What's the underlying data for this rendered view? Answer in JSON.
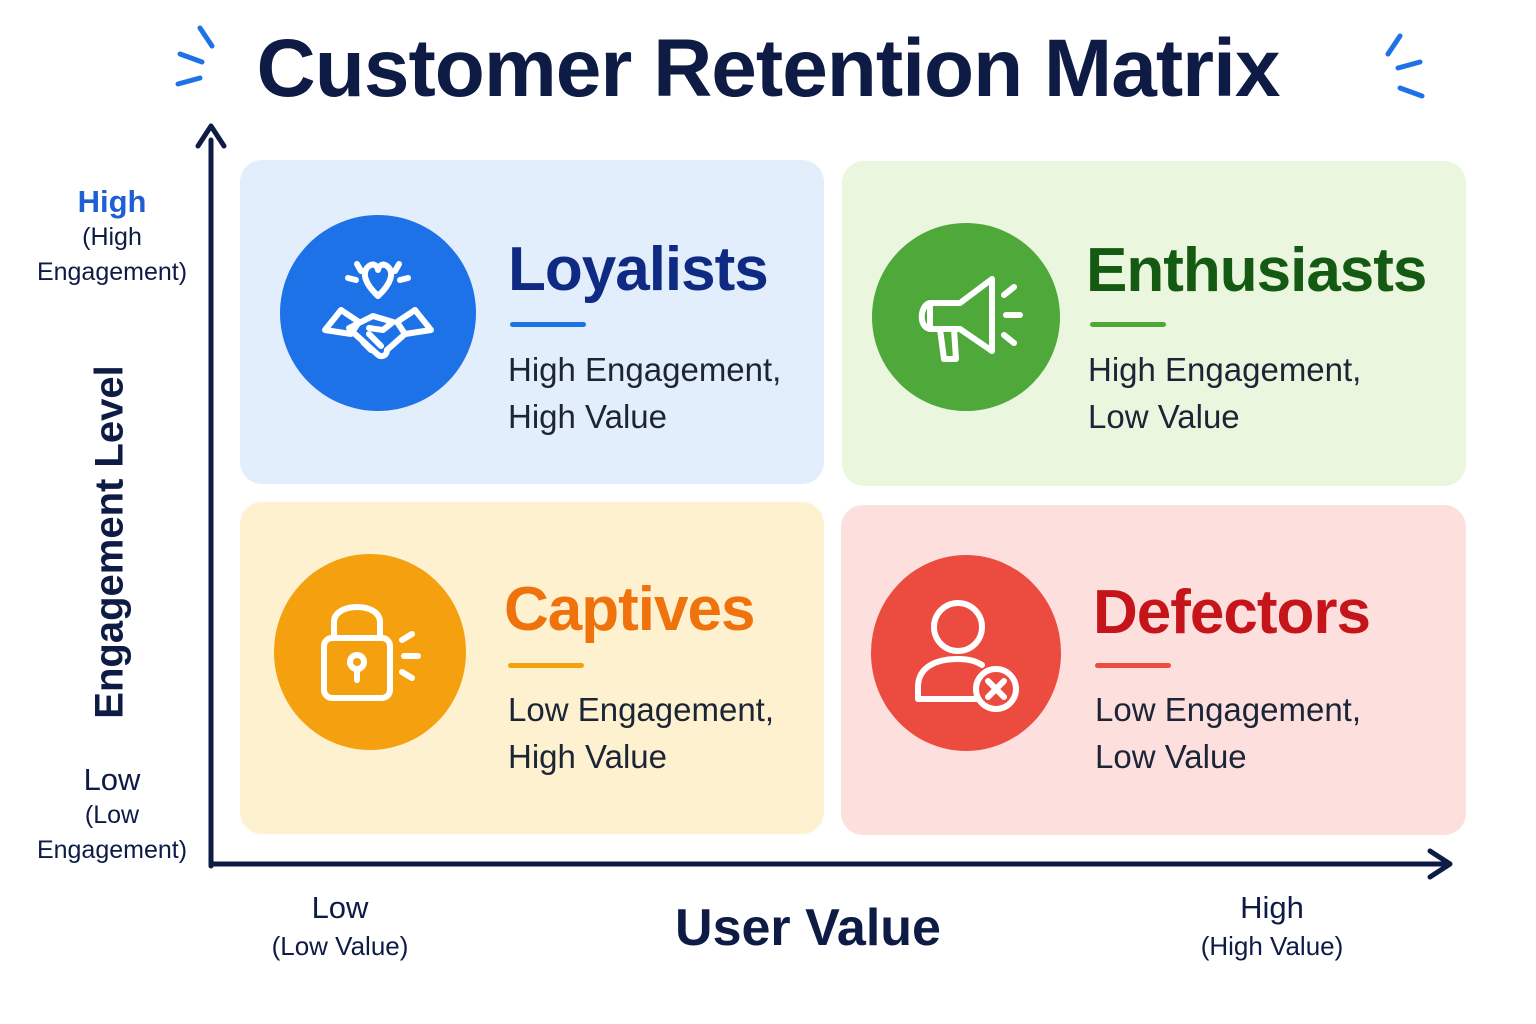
{
  "title": "Customer Retention Matrix",
  "y_axis": {
    "label": "Engagement Level",
    "high": {
      "main": "High",
      "sub_1": "(High",
      "sub_2": "Engagement)"
    },
    "low": {
      "main": "Low",
      "sub_1": "(Low",
      "sub_2": "Engagement)"
    }
  },
  "x_axis": {
    "label": "User Value",
    "low": {
      "main": "Low",
      "sub": "(Low Value)"
    },
    "high": {
      "main": "High",
      "sub": "(High Value)"
    }
  },
  "quadrants": [
    {
      "name": "Loyalists",
      "line_1": "High Engagement,",
      "line_2": "High Value",
      "icon": "handshake-heart-icon",
      "accent": "#1e72e8",
      "bg": "#e2eefc",
      "title_color": "#0f2a82"
    },
    {
      "name": "Enthusiasts",
      "line_1": "High Engagement,",
      "line_2": "Low Value",
      "icon": "megaphone-icon",
      "accent": "#4fa83a",
      "bg": "#eaf6de",
      "title_color": "#155a12"
    },
    {
      "name": "Captives",
      "line_1": "Low Engagement,",
      "line_2": "High Value",
      "icon": "padlock-icon",
      "accent": "#f5a00e",
      "bg": "#fdf1cf",
      "title_color": "#f0720c"
    },
    {
      "name": "Defectors",
      "line_1": "Low Engagement,",
      "line_2": "Low Value",
      "icon": "user-remove-icon",
      "accent": "#ec4b40",
      "bg": "#fde0dd",
      "title_color": "#c5151b"
    }
  ],
  "colors": {
    "navy": "#0d1b45",
    "accent_blue": "#1e72e8"
  }
}
